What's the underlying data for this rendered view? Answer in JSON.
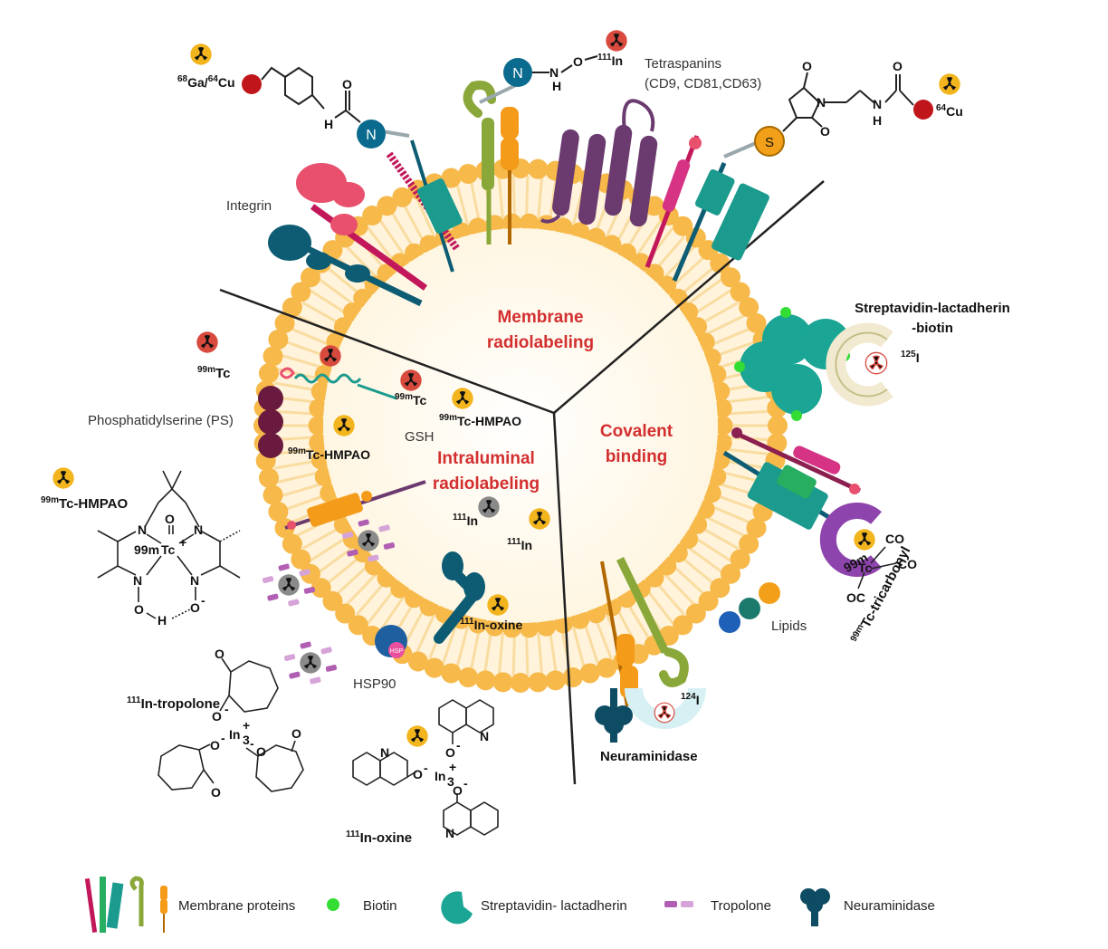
{
  "sections": {
    "membrane": [
      "Membrane",
      "radiolabeling"
    ],
    "intraluminal": [
      "Intraluminal",
      "radiolabeling"
    ],
    "covalent": [
      "Covalent",
      "binding"
    ]
  },
  "labels": {
    "tetraspanins_1": "Tetraspanins",
    "tetraspanins_2": "(CD9, CD81,CD63)",
    "integrin": "Integrin",
    "streptavidin_1": "Streptavidin-lactadherin",
    "streptavidin_2": "-biotin",
    "ps": "Phosphatidylserine (PS)",
    "gsh": "GSH",
    "hsp90": "HSP90",
    "lipids": "Lipids",
    "neuraminidase": "Neuraminidase",
    "tc_tricarbonyl": "Tc-tricarbonyl",
    "tc_tricarbonyl_sup": "99m",
    "hsp_badge": "HSP"
  },
  "isotopes": {
    "ga_cu": "Ga/",
    "ga_sup": "68",
    "cu_sup": "64",
    "cu": "Cu",
    "in111": "In",
    "in111_sup": "111",
    "cu64_right": "Cu",
    "cu64_right_sup": "64",
    "tc99m": "Tc",
    "tc99m_sup": "99m",
    "tc_hmpao": "Tc-HMPAO",
    "i125": "I",
    "i125_sup": "125",
    "i124": "I",
    "i124_sup": "124",
    "in_oxine": "In-oxine",
    "in_tropolone": "In-tropolone"
  },
  "chem_atoms": {
    "N": "N",
    "O": "O",
    "H": "H",
    "S": "S",
    "Tc": "Tc",
    "In3": "In",
    "co": "CO",
    "oc": "OC",
    "plus": "+",
    "minus": "-",
    "three": "3"
  },
  "legend": [
    {
      "icon": "membrane-proteins-icon",
      "label": "Membrane proteins"
    },
    {
      "icon": "biotin-icon",
      "label": "Biotin"
    },
    {
      "icon": "streptavidin-icon",
      "label": "Streptavidin- lactadherin"
    },
    {
      "icon": "tropolone-icon",
      "label": "Tropolone"
    },
    {
      "icon": "neuraminidase-icon",
      "label": "Neuraminidase"
    }
  ],
  "colors": {
    "lipid": "#f6b94a",
    "lipid_inner": "#fff2d6",
    "radio_yellow": "#f2b51d",
    "radio_red": "#d84a3e",
    "radio_gray": "#8a8a8a",
    "section_red": "#d32f2f",
    "teal": "#1b9a8e",
    "purple": "#6b3a6f",
    "biotin": "#33dd33"
  }
}
